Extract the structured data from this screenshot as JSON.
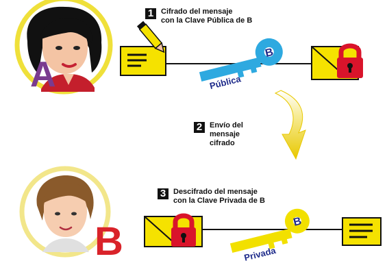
{
  "steps": [
    {
      "number": "1",
      "lines": [
        "Cifrado del mensaje",
        "con la Clave Pública de B"
      ]
    },
    {
      "number": "2",
      "lines": [
        "Envío del",
        "mensaje",
        "cifrado"
      ]
    },
    {
      "number": "3",
      "lines": [
        "Descifrado del mensaje",
        "con la Clave Privada de B"
      ]
    }
  ],
  "actors": {
    "a": "A",
    "b": "B"
  },
  "keys": {
    "public": {
      "label": "Pública",
      "owner": "B",
      "color": "#2ea9e0"
    },
    "private": {
      "label": "Privada",
      "owner": "B",
      "color": "#f2e000"
    }
  },
  "colors": {
    "envelope": "#f5e200",
    "lock": "#d9142b",
    "letter_a": "#7a3b8f",
    "letter_b": "#d9232a",
    "ring_a": "#f0e040",
    "ring_b": "#f2e68a",
    "arrow": "#f0d000"
  },
  "icons": [
    "pencil-icon",
    "padlock-icon",
    "key-icon",
    "arrow-down-icon"
  ]
}
